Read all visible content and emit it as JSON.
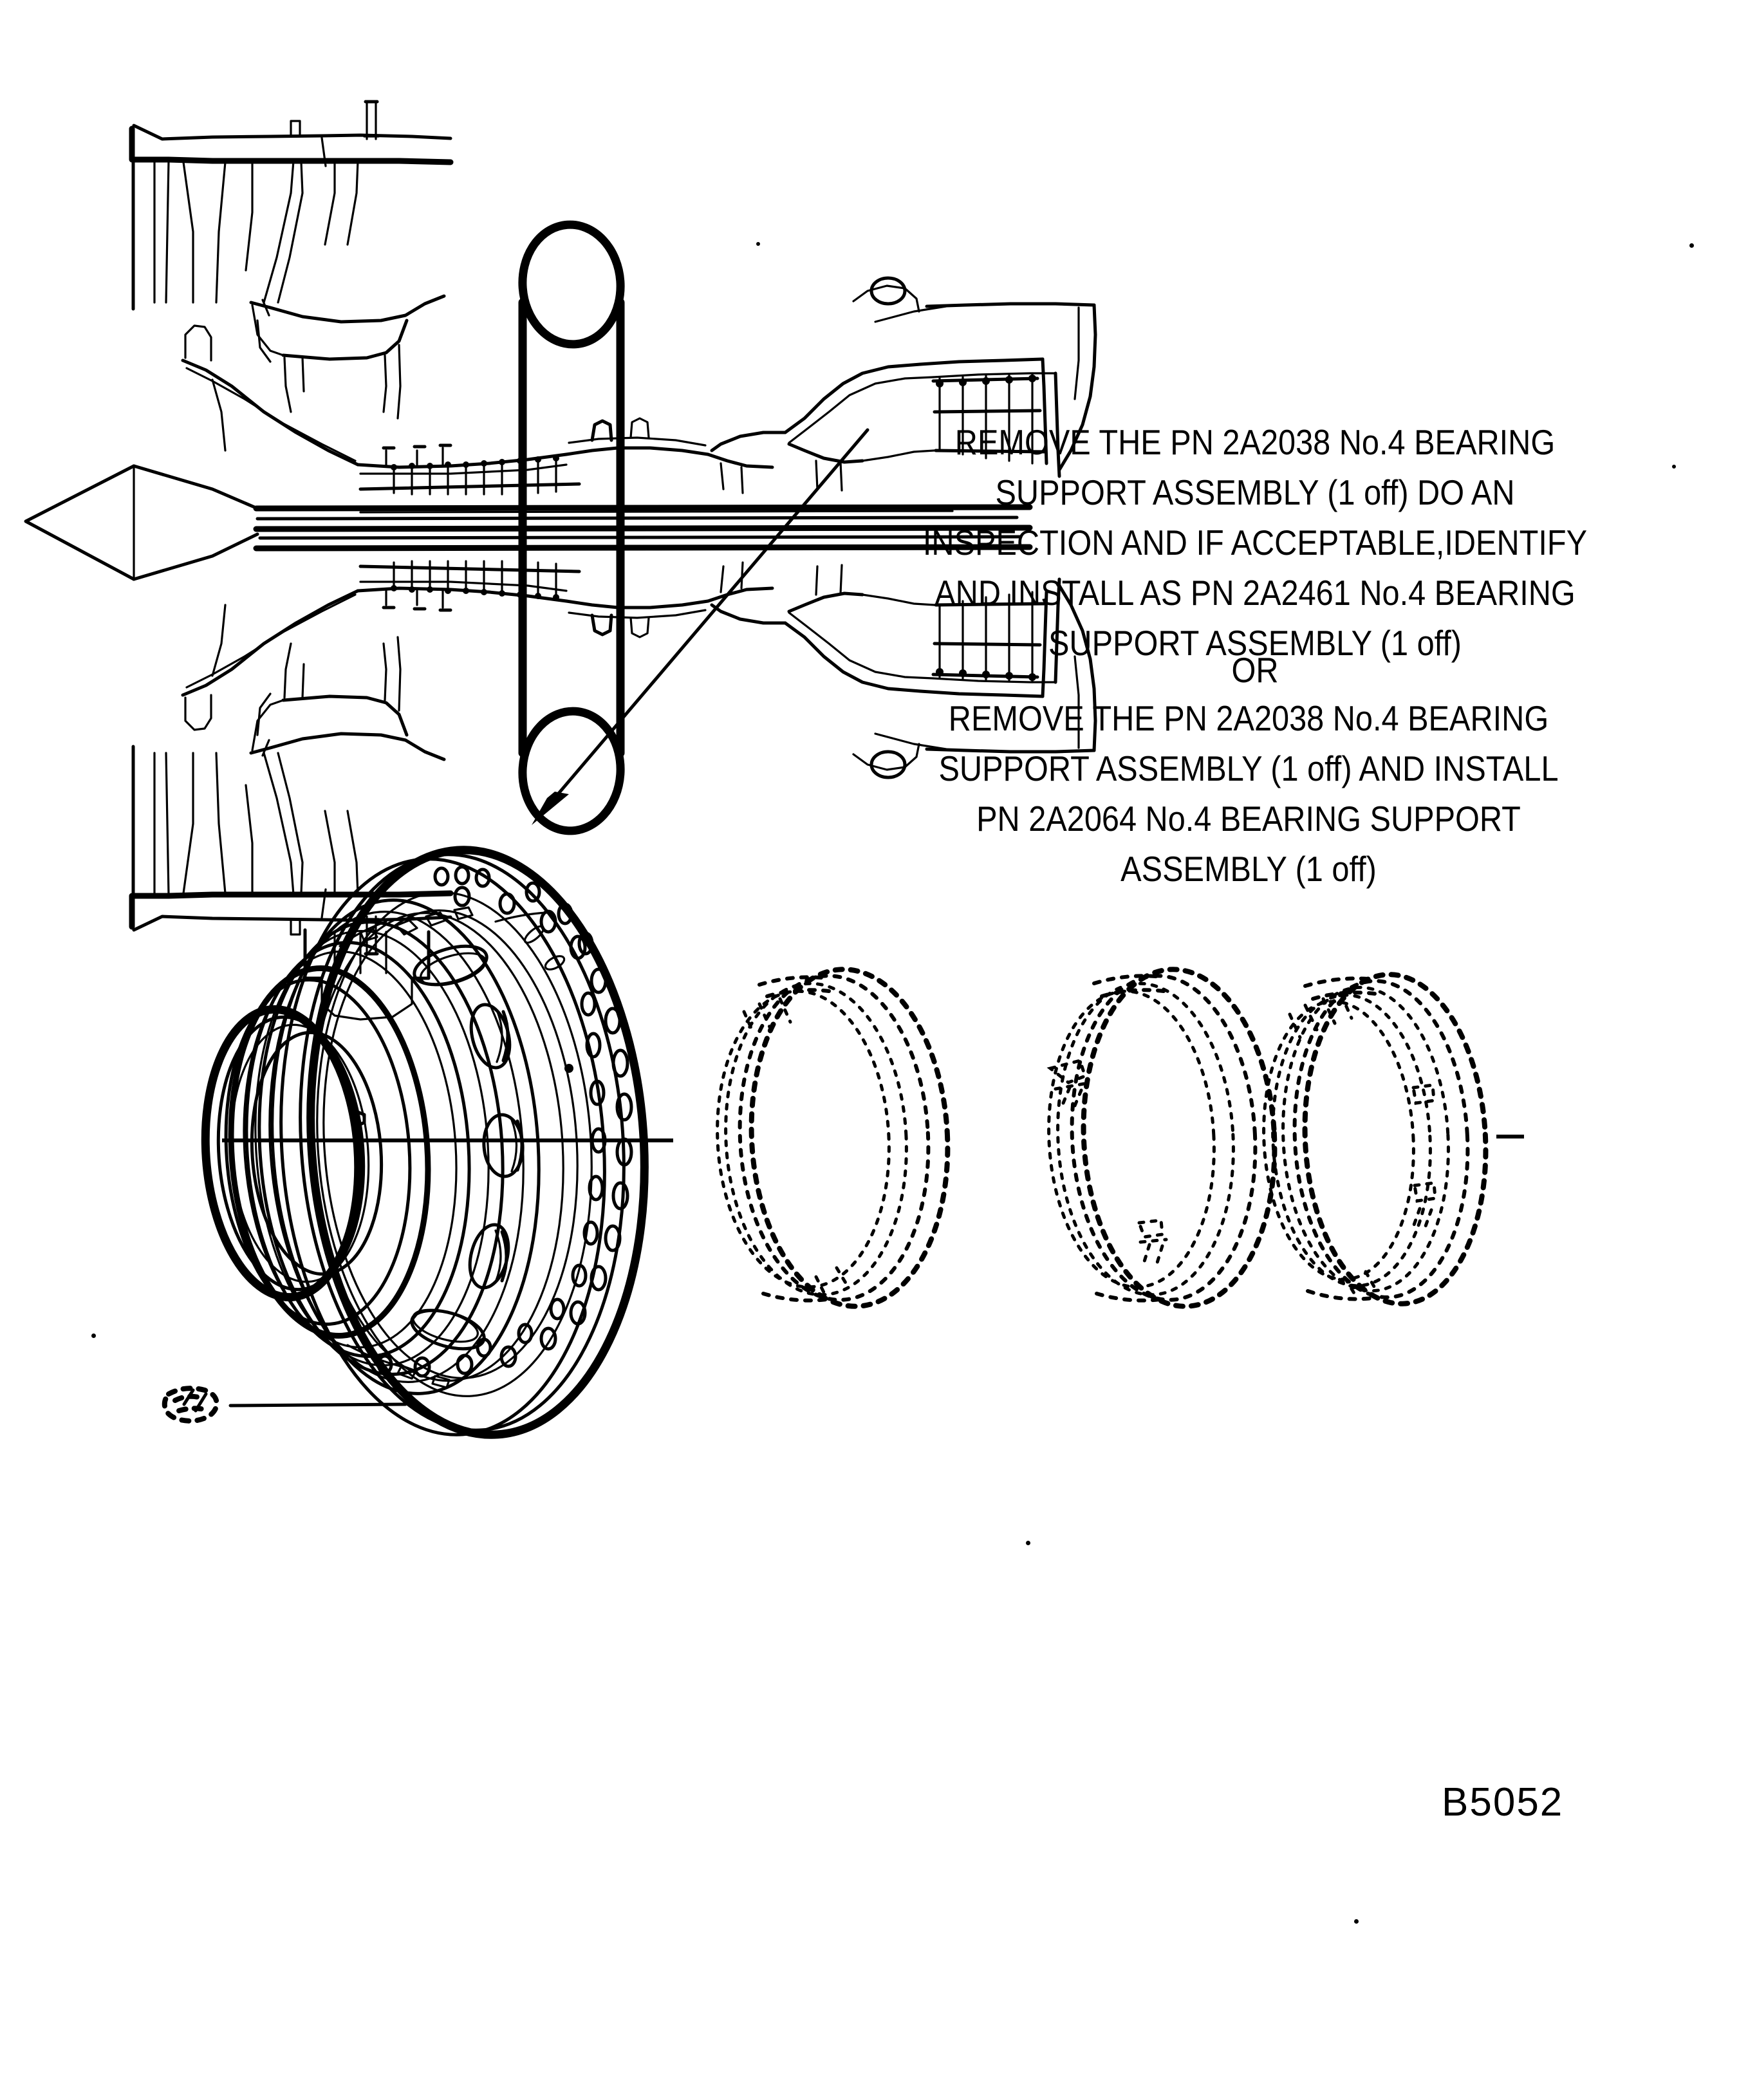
{
  "figure": {
    "id": "B5052",
    "subject": "No.4 bearing support assembly modification",
    "view": "exploded isometric with engine cross-section key"
  },
  "engine_key": {
    "name": "engine-cross-section",
    "description": "turbofan longitudinal cross-section",
    "highlight": {
      "name": "no4-bearing-location-ellipse",
      "shape": "ellipse"
    }
  },
  "callouts": [
    {
      "id": "callout-1",
      "lines": [
        "REMOVE THE PN 2A2038 No.4 BEARING",
        "SUPPORT ASSEMBLY (1 off) DO AN",
        "INSPECTION AND IF ACCEPTABLE,IDENTIFY",
        "AND INSTALL AS PN 2A2461 No.4 BEARING",
        "SUPPORT ASSEMBLY (1 off)"
      ]
    },
    {
      "id": "callout-or",
      "lines": [
        "OR"
      ]
    },
    {
      "id": "callout-2",
      "lines": [
        "REMOVE THE PN 2A2038 No.4 BEARING",
        "SUPPORT ASSEMBLY (1 off) AND INSTALL",
        "PN 2A2064 No.4 BEARING SUPPORT",
        "ASSEMBLY (1 off)"
      ]
    }
  ],
  "part_numbers": {
    "remove": "2A2038",
    "install_option_a": "2A2461",
    "install_option_b": "2A2064",
    "quantity": "1 off",
    "bearing": "No.4"
  },
  "components": [
    {
      "name": "bearing-support-housing",
      "style": "solid",
      "note": "main flanged housing with bolt-hole flange and oval lightening holes"
    },
    {
      "name": "detail-fragment",
      "style": "dashed",
      "note": "small detail with leader line, lower left"
    },
    {
      "name": "phantom-ring-1",
      "style": "dashed"
    },
    {
      "name": "phantom-ring-2",
      "style": "dashed"
    },
    {
      "name": "phantom-ring-3",
      "style": "dashed"
    }
  ],
  "colors": {
    "ink": "#000000",
    "paper": "#ffffff"
  }
}
